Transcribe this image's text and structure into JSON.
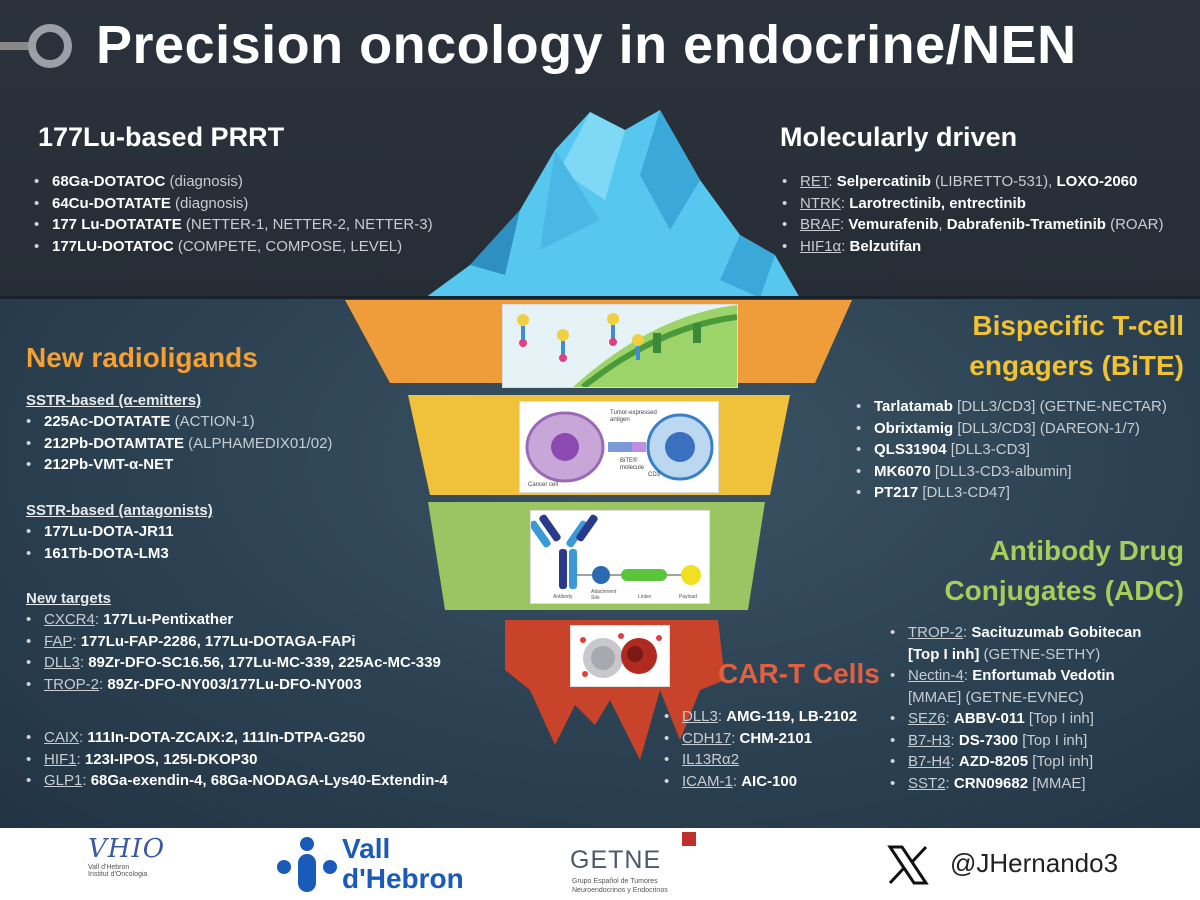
{
  "title": "Precision oncology in endocrine/NEN",
  "colors": {
    "orange": "#f5a030",
    "yellow": "#f1c232",
    "green": "#a6cc5a",
    "red": "#e06040",
    "ice": "#4fc3ee"
  },
  "prrt": {
    "title": "177Lu-based PRRT",
    "items": [
      {
        "bold": "68Ga-DOTATOC",
        "rest": " (diagnosis)"
      },
      {
        "bold": "64Cu-DOTATATE",
        "rest": " (diagnosis)"
      },
      {
        "bold": "177 Lu-DOTATATE",
        "rest": " (NETTER-1, NETTER-2, NETTER-3)"
      },
      {
        "bold": "177LU-DOTATOC",
        "rest": " (COMPETE, COMPOSE, LEVEL)"
      }
    ]
  },
  "molecular": {
    "title": "Molecularly driven",
    "items": [
      {
        "target": "RET",
        "colon": ": ",
        "b1": "Selpercatinib",
        "n1": " (LIBRETTO-531), ",
        "b2": "LOXO-2060",
        "n2": ""
      },
      {
        "target": "NTRK",
        "colon": ": ",
        "b1": "Larotrectinib, entrectinib",
        "n1": "",
        "b2": "",
        "n2": ""
      },
      {
        "target": "BRAF",
        "colon": ": ",
        "b1": "Vemurafenib",
        "n1": ", ",
        "b2": "Dabrafenib-Trametinib",
        "n2": " (ROAR)"
      },
      {
        "target": "HIF1α",
        "colon": ": ",
        "b1": "Belzutifan",
        "n1": "",
        "b2": "",
        "n2": ""
      }
    ]
  },
  "radioligands": {
    "title": "New radioligands",
    "alpha_header": "SSTR-based (α-emitters)",
    "alpha": [
      {
        "bold": "225Ac-DOTATATE",
        "rest": " (ACTION-1)"
      },
      {
        "bold": "212Pb-DOTAMTATE",
        "rest": " (ALPHAMEDIX01/02)"
      },
      {
        "bold": "212Pb-VMT-α-NET",
        "rest": ""
      }
    ],
    "antag_header": "SSTR-based (antagonists)",
    "antag": [
      {
        "bold": "177Lu-DOTA-JR11",
        "rest": ""
      },
      {
        "bold": "161Tb-DOTA-LM3",
        "rest": ""
      }
    ],
    "targets_header": "New targets",
    "targets": [
      {
        "target": "CXCR4",
        "colon": ": ",
        "bold": "177Lu-Pentixather"
      },
      {
        "target": "FAP",
        "colon": ": ",
        "bold": "177Lu-FAP-2286, 177Lu-DOTAGA-FAPi"
      },
      {
        "target": "DLL3",
        "colon": ": ",
        "bold": "89Zr-DFO-SC16.56, 177Lu-MC-339, 225Ac-MC-339"
      },
      {
        "target": "TROP-2",
        "colon": ": ",
        "bold": "89Zr-DFO-NY003/177Lu-DFO-NY003"
      }
    ],
    "targets2": [
      {
        "target": "CAIX",
        "colon": ": ",
        "bold": "111In-DOTA-ZCAIX:2, 111In-DTPA-G250"
      },
      {
        "target": "HIF1",
        "colon": ": ",
        "bold": "123I-IPOS, 125I-DKOP30"
      },
      {
        "target": "GLP1",
        "colon": ": ",
        "bold": "68Ga-exendin-4, 68Ga-NODAGA-Lys40-Extendin-4"
      }
    ]
  },
  "bite": {
    "title_line1": "Bispecific T-cell",
    "title_line2": "engagers (BiTE)",
    "items": [
      {
        "bold": "Tarlatamab",
        "rest": " [DLL3/CD3] (GETNE-NECTAR)"
      },
      {
        "bold": "Obrixtamig",
        "rest": " [DLL3/CD3] (DAREON-1/7)"
      },
      {
        "bold": "QLS31904",
        "rest": " [DLL3-CD3]"
      },
      {
        "bold": "MK6070",
        "rest": " [DLL3-CD3-albumin]"
      },
      {
        "bold": "PT217",
        "rest": " [DLL3-CD47]"
      }
    ]
  },
  "adc": {
    "title_line1": "Antibody Drug",
    "title_line2": "Conjugates (ADC)",
    "items": [
      {
        "target": "TROP-2",
        "colon": ": ",
        "bold": "Sacituzumab Gobitecan",
        "line2_bold": "[Top I inh]",
        "line2_rest": " (GETNE-SETHY)",
        "rest": ""
      },
      {
        "target": "Nectin-4",
        "colon": ": ",
        "bold": "Enfortumab Vedotin",
        "line2_bold": "",
        "line2_rest": "[MMAE] (GETNE-EVNEC)",
        "rest": ""
      },
      {
        "target": "SEZ6",
        "colon": ": ",
        "bold": "ABBV-011",
        "rest": " [Top I inh]",
        "line2_bold": "",
        "line2_rest": ""
      },
      {
        "target": "B7-H3",
        "colon": ": ",
        "bold": "DS-7300",
        "rest": " [Top I inh]",
        "line2_bold": "",
        "line2_rest": ""
      },
      {
        "target": "B7-H4",
        "colon": ": ",
        "bold": "AZD-8205",
        "rest": " [TopI inh]",
        "line2_bold": "",
        "line2_rest": ""
      },
      {
        "target": "SST2",
        "colon": ": ",
        "bold": "CRN09682",
        "rest": " [MMAE]",
        "line2_bold": "",
        "line2_rest": ""
      }
    ]
  },
  "cart": {
    "title": "CAR-T Cells",
    "items": [
      {
        "target": "DLL3",
        "colon": ": ",
        "bold": "AMG-119, LB-2102"
      },
      {
        "target": "CDH17",
        "colon": ": ",
        "bold": "CHM-2101"
      },
      {
        "target": "IL13Rα2",
        "colon": "",
        "bold": ""
      },
      {
        "target": "ICAM-1",
        "colon": ": ",
        "bold": "AIC-100"
      }
    ]
  },
  "bite_figure_labels": {
    "tumor_antigen": "Tumor-expressed antigen",
    "bite_molecule": "BiTE® molecule",
    "cd3": "CD3",
    "cancer_cell": "Cancer cell"
  },
  "adc_figure_labels": {
    "antibody": "Antibody",
    "attachment": "Attachment Site",
    "linker": "Linker",
    "payload": "Payload"
  },
  "footer": {
    "vhio_logo": "VHIO",
    "vhio_sub1": "Vall d'Hebron",
    "vhio_sub2": "Institut d'Oncologia",
    "vh_line1": "Vall",
    "vh_line2": "d'Hebron",
    "getne": "GETNE",
    "getne_sub1": "Grupo Español de Tumores",
    "getne_sub2": "Neuroendocrinos y Endocrinos",
    "x_icon": "x-logo-icon",
    "handle": "@JHernando3"
  }
}
